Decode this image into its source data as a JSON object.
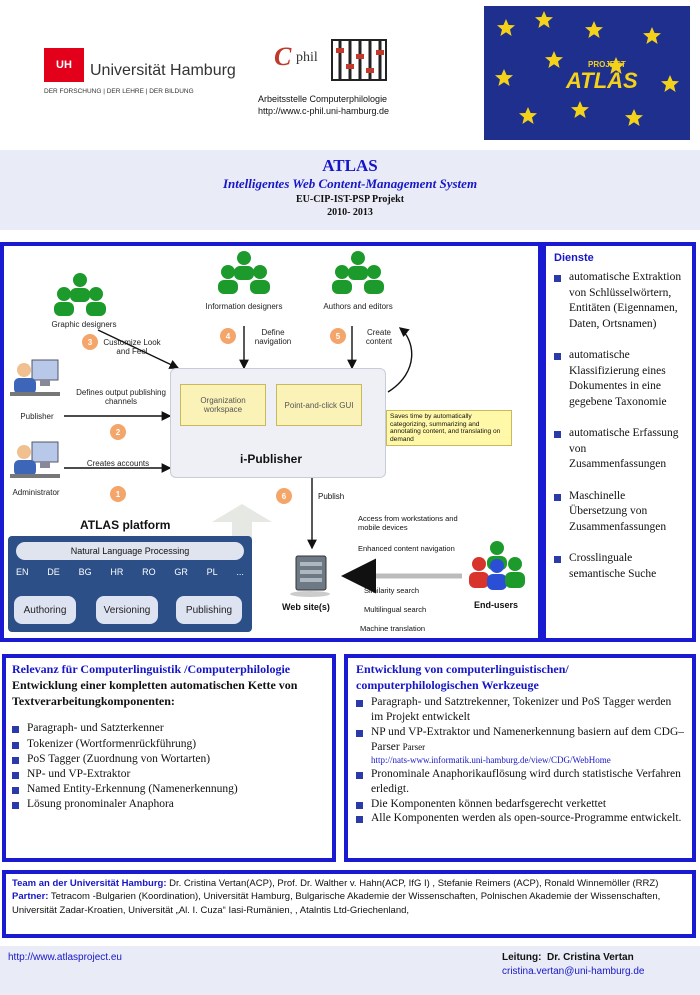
{
  "header": {
    "uhh_name": "Universität Hamburg",
    "uhh_tagline": "DER FORSCHUNG | DER LEHRE | DER BILDUNG",
    "cphil_logo_text": "phil",
    "cphil_name": "Arbeitsstelle Computerphilologie",
    "cphil_url": "http://www.c-phil.uni-hamburg.de",
    "atlas_logo_top": "PROJECT",
    "atlas_logo_main": "ATLAS"
  },
  "title_block": {
    "title": "ATLAS",
    "subtitle": "Intelligentes Web Content-Management System",
    "project": "EU-CIP-IST-PSP Projekt",
    "years": "2010- 2013"
  },
  "diagram": {
    "graphic_designers": "Graphic designers",
    "information_designers": "Information designers",
    "authors_editors": "Authors and editors",
    "customize": "Customize Look and Feel",
    "define_navigation": "Define navigation",
    "create_content": "Create content",
    "publisher": "Publisher",
    "defines_output": "Defines output publishing channels",
    "administrator": "Administrator",
    "creates_accounts": "Creates accounts",
    "org_workspace": "Organization workspace",
    "point_click": "Point-and-click GUI",
    "ipublisher": "i-Publisher",
    "note": "Saves time by automatically categorizing, summarizing and annotating content, and translating on demand",
    "publish": "Publish",
    "atlas_platform": "ATLAS platform",
    "nlp": "Natural Language Processing",
    "languages": [
      "EN",
      "DE",
      "BG",
      "HR",
      "RO",
      "GR",
      "PL",
      "..."
    ],
    "modules": [
      "Authoring",
      "Versioning",
      "Publishing"
    ],
    "access": "Access from workstations and mobile devices",
    "enhanced": "Enhanced content navigation",
    "similarity": "Similarity search",
    "multilingual": "Multilingual search",
    "machine_translation": "Machine translation",
    "website": "Web site(s)",
    "end_users": "End-users",
    "steps": [
      "1",
      "2",
      "3",
      "4",
      "5",
      "6"
    ]
  },
  "dienste": {
    "heading": "Dienste",
    "items": [
      "automatische Extraktion von Schlüsselwörtern, Entitäten (Eigennamen, Daten, Ortsnamen)",
      "automatische Klassifizierung eines Dokumentes in eine gegebene Taxonomie",
      "automatische Erfassung von Zusammenfassungen",
      "Maschinelle Übersetzung von Zusammenfassungen",
      "Crosslinguale semantische Suche"
    ]
  },
  "relevanz": {
    "heading": "Relevanz für Computerlinguistik /Computerphilologie",
    "intro": "Entwicklung einer kompletten automatischen Kette von Textverarbeitungkomponenten:",
    "items": [
      "Paragraph- und Satzterkenner",
      "Tokenizer (Wortformenrückführung)",
      "PoS Tagger (Zuordnung von Wortarten)",
      "NP- und VP-Extraktor",
      "Named Entity-Erkennung (Namenerkennung)",
      "Lösung pronominaler Anaphora"
    ]
  },
  "entwicklung": {
    "heading": "Entwicklung von computerlinguistischen/ computerphilologischen Werkzeuge",
    "items": [
      "Paragraph- und Satztrekenner, Tokenizer und PoS Tagger werden im Projekt entwickelt",
      "NP und VP-Extraktor  und Namenerkennung basiern auf dem CDG–Parser",
      "Pronominale Anaphorikauflösung wird durch statistische Verfahren erledigt.",
      "Die Komponenten  können  bedarfsgerecht verkettet",
      "Alle Komponenten werden als open-source-Programme entwickelt."
    ],
    "parser_small": "Parser",
    "link": "http://nats-www.informatik.uni-hamburg.de/view/CDG/WebHome"
  },
  "team": {
    "team_label": "Team an der Universität Hamburg:",
    "team_text": "Dr. Cristina Vertan(ACP), Prof. Dr. Walther v. Hahn(ACP, IfG I) , Stefanie Reimers (ACP), Ronald Winnemöller (RRZ)",
    "partner_label": "Partner:",
    "partner_text": "Tetracom -Bulgarien (Koordination), Universität Hamburg, Bulgarische Akademie der Wissenschaften, Polnischen Akademie der Wissenschaften, Universität Zadar-Kroatien, Universität „Al. I. Cuza“ Iasi-Rumänien, , Atalntis Ltd-Griechenland,"
  },
  "footer": {
    "url": "http://www.atlasproject.eu",
    "leitung": "Leitung:  Dr. Cristina Vertan",
    "email": "cristina.vertan@uni-hamburg.de"
  },
  "colors": {
    "accent_blue": "#1a1ad2",
    "title_blue": "#1616c8",
    "band_bg": "#e9ebf6",
    "step_orange": "#f3a56a",
    "person_green": "#1c9a2c"
  }
}
